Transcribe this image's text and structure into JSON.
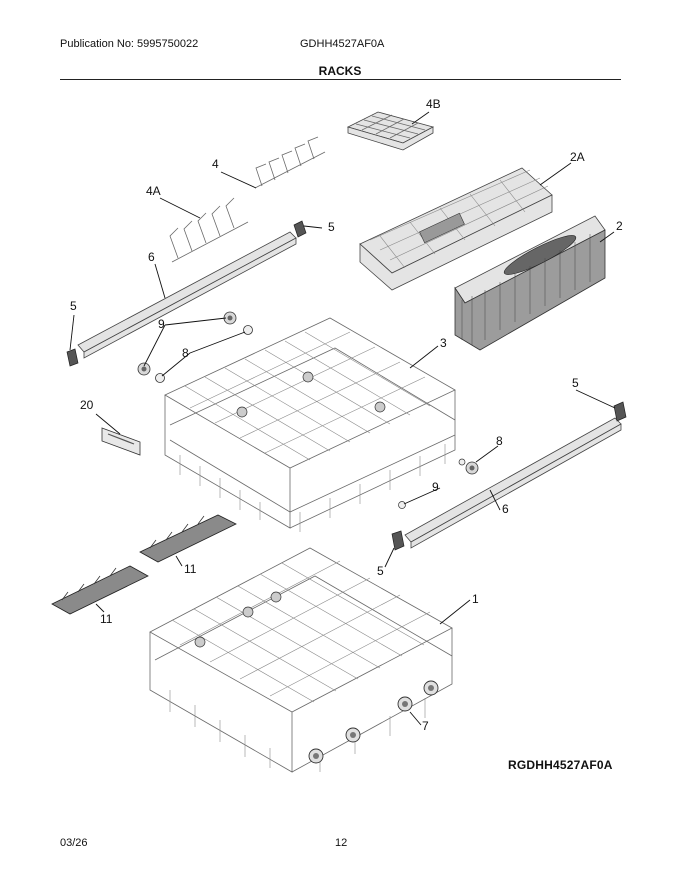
{
  "header": {
    "publication": "Publication No: 5995750022",
    "model": "GDHH4527AF0A",
    "section": "RACKS"
  },
  "callouts": {
    "c4B": "4B",
    "c4": "4",
    "c2A": "2A",
    "c4A": "4A",
    "c5a": "5",
    "c2": "2",
    "c6a": "6",
    "c5b": "5",
    "c9a": "9",
    "c8a": "8",
    "c3": "3",
    "c5c": "5",
    "c20": "20",
    "c8b": "8",
    "c9b": "9",
    "c6b": "6",
    "c5d": "5",
    "c11a": "11",
    "c11b": "11",
    "c1": "1",
    "c7": "7"
  },
  "diagram_ref": "RGDHH4527AF0A",
  "footer": {
    "date": "03/26",
    "page": "12"
  }
}
